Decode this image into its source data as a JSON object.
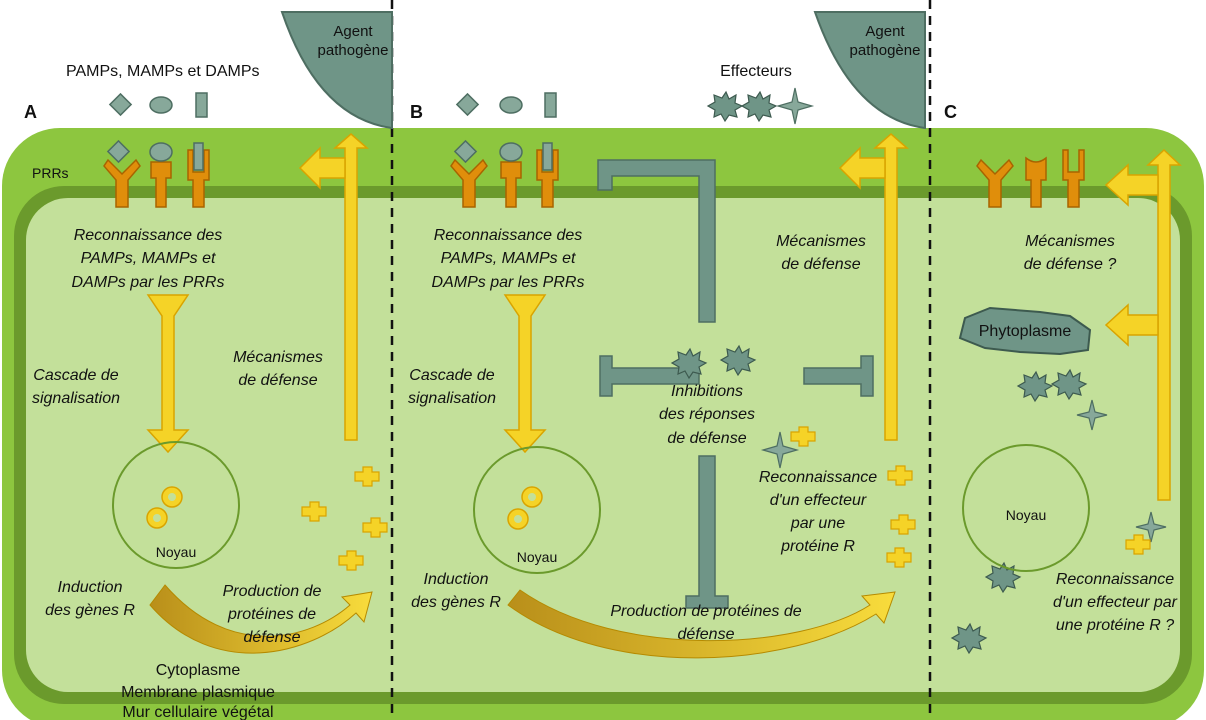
{
  "panels": {
    "a": {
      "letter": "A",
      "pamps_header": "PAMPs, MAMPs et DAMPs",
      "pathogen": [
        "Agent",
        "pathogène"
      ],
      "prrs_label": "PRRs",
      "recognition": [
        "Reconnaissance des",
        "PAMPs, MAMPs et",
        "DAMPs par les PRRs"
      ],
      "cascade": [
        "Cascade de",
        "signalisation"
      ],
      "defense_mechanisms": [
        "Mécanismes",
        "de défense"
      ],
      "nucleus": "Noyau",
      "induction": [
        "Induction",
        "des gènes R"
      ],
      "production": [
        "Production de",
        "protéines de",
        "défense"
      ]
    },
    "b": {
      "letter": "B",
      "pathogen": [
        "Agent",
        "pathogène"
      ],
      "effectors_header": "Effecteurs",
      "recognition": [
        "Reconnaissance des",
        "PAMPs, MAMPs et",
        "DAMPs par les PRRs"
      ],
      "defense_mechanisms": [
        "Mécanismes",
        "de défense"
      ],
      "cascade": [
        "Cascade de",
        "signalisation"
      ],
      "inhibitions": [
        "Inhibitions",
        "des réponses",
        "de défense"
      ],
      "r_recognition": [
        "Reconnaissance",
        "d'un effecteur",
        "par une",
        "protéine R"
      ],
      "nucleus": "Noyau",
      "induction": [
        "Induction",
        "des gènes R"
      ],
      "production": [
        "Production de protéines de",
        "défense"
      ]
    },
    "c": {
      "letter": "C",
      "defense_mechanisms": [
        "Mécanismes",
        "de défense ?"
      ],
      "phytoplasma": "Phytoplasme",
      "nucleus": "Noyau",
      "r_recognition": [
        "Reconnaissance",
        "d'un effecteur par",
        "une protéine R ?"
      ]
    }
  },
  "cell_layers": [
    "Cytoplasme",
    "Membrane plasmique",
    "Mur cellulaire végétal"
  ],
  "colors": {
    "wall": "#8dc63f",
    "membrane": "#6b9a2c",
    "cytoplasm": "#c3e09a",
    "arrow": "#f5d327",
    "arrow_stroke": "#d9a400",
    "receptor": "#e08e0b",
    "pathogen": "#6f9587",
    "pathogen_stroke": "#4e6e62"
  }
}
